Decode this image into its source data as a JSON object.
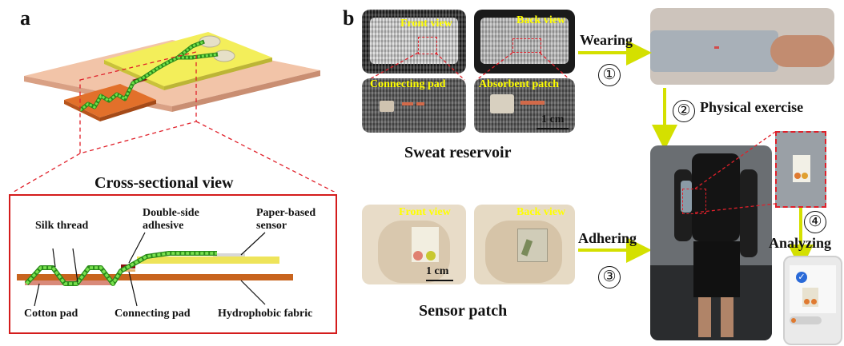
{
  "panel_a": {
    "letter": "a",
    "cross_section_title": "Cross-sectional view",
    "labels": {
      "silk_thread": "Silk thread",
      "double_side_adhesive": "Double-side\nadhesive",
      "paper_based_sensor": "Paper-based\nsensor",
      "cotton_pad": "Cotton pad",
      "connecting_pad": "Connecting pad",
      "hydrophobic_fabric": "Hydrophobic fabric"
    }
  },
  "panel_b": {
    "letter": "b",
    "reservoir": {
      "front_view": "Front view",
      "back_view": "Back view",
      "connecting_pad": "Connecting pad",
      "absorbent_patch": "Absorbent patch",
      "scale": "1 cm",
      "caption": "Sweat reservoir"
    },
    "sensor": {
      "front_view": "Front view",
      "back_view": "Back view",
      "scale": "1 cm",
      "caption": "Sensor patch"
    },
    "steps": {
      "wearing": "Wearing",
      "step1": "①",
      "physical_exercise": "Physical exercise",
      "step2": "②",
      "adhering": "Adhering",
      "step3": "③",
      "analyzing": "Analyzing",
      "step4": "④"
    },
    "colors": {
      "arrow": "#d4e000",
      "highlight_box": "#e0202a",
      "sensor_yellow": "#f3ee5a",
      "fabric_orange": "#c8641e"
    }
  }
}
